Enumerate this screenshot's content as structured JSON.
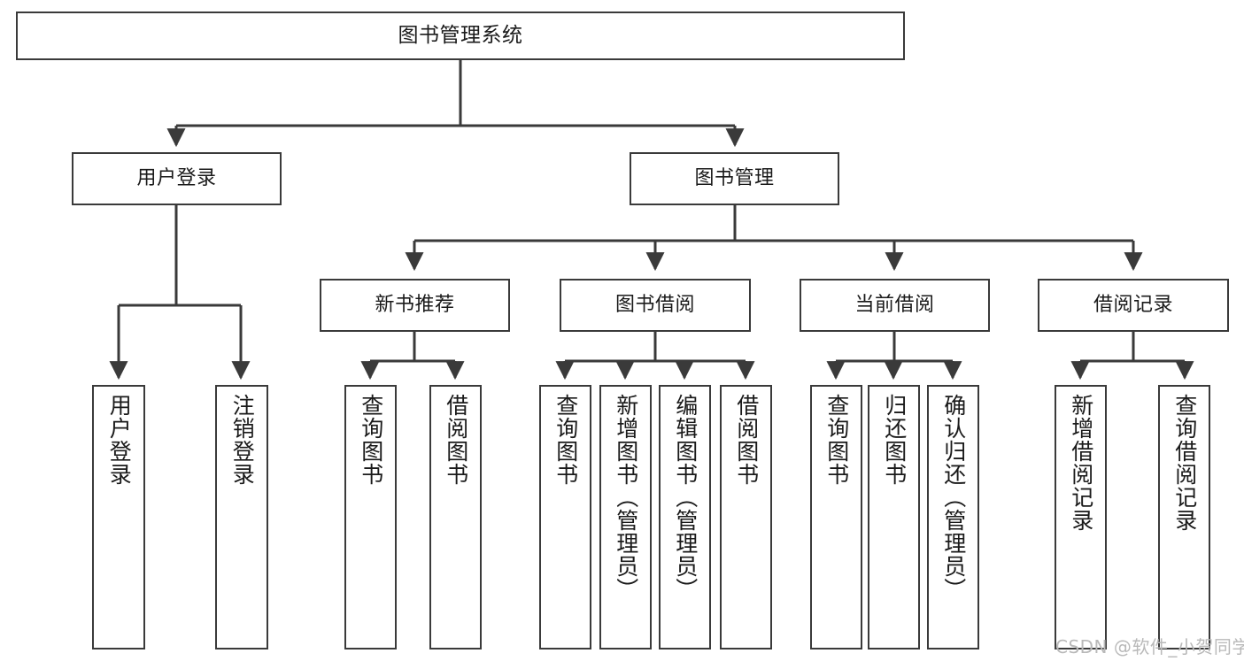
{
  "diagram": {
    "type": "tree-hierarchy",
    "title": "图书管理系统",
    "root": {
      "label": "图书管理系统"
    },
    "level2": [
      {
        "label": "用户登录"
      },
      {
        "label": "图书管理"
      }
    ],
    "level3": [
      {
        "label": "新书推荐"
      },
      {
        "label": "图书借阅"
      },
      {
        "label": "当前借阅"
      },
      {
        "label": "借阅记录"
      }
    ],
    "leaves": {
      "user_login": [
        {
          "label": "用户登录"
        },
        {
          "label": "注销登录"
        }
      ],
      "new_book_recommend": [
        {
          "label": "查询图书"
        },
        {
          "label": "借阅图书"
        }
      ],
      "book_borrow": [
        {
          "label": "查询图书"
        },
        {
          "label": "新增图书（管理员）"
        },
        {
          "label": "编辑图书（管理员）"
        },
        {
          "label": "借阅图书"
        }
      ],
      "current_borrow": [
        {
          "label": "查询图书"
        },
        {
          "label": "归还图书"
        },
        {
          "label": "确认归还（管理员）"
        }
      ],
      "borrow_record": [
        {
          "label": "新增借阅记录"
        },
        {
          "label": "查询借阅记录"
        }
      ]
    }
  },
  "watermark": {
    "text": "CSDN @软件_小贺同学"
  },
  "colors": {
    "stroke": "#3a3a3a",
    "box_fill": "#ffffff",
    "text": "#1a1a1a",
    "watermark": "#b9b9b9"
  }
}
